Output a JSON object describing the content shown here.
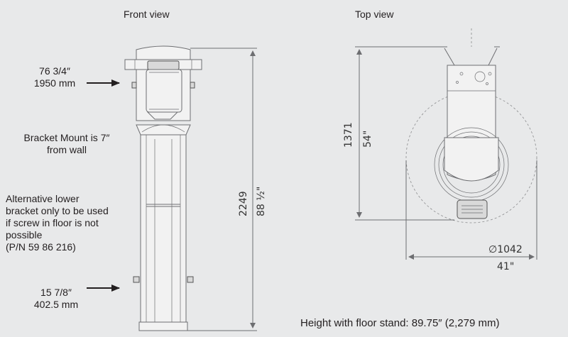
{
  "views": {
    "front_title": "Front view",
    "top_title": "Top view"
  },
  "front": {
    "upper_mount": {
      "inches": "76 3/4″",
      "mm": "1950 mm"
    },
    "bracket_note": {
      "line1": "Bracket Mount is 7″",
      "line2": "from wall"
    },
    "alt_bracket_note": {
      "line1": "Alternative lower",
      "line2": "bracket only to be used",
      "line3": "if screw in floor is not",
      "line4": "possible",
      "line5": "(P/N 59 86 216)"
    },
    "lower_mount": {
      "inches": "15 7/8″",
      "mm": "402.5 mm"
    },
    "height_mm": "2249",
    "height_in": "88 ½\""
  },
  "top": {
    "depth_mm": "1371",
    "depth_in": "54\"",
    "diameter_mm": "∅1042",
    "diameter_in": "41\""
  },
  "footer": {
    "floor_stand_height": "Height with floor stand: 89.75″ (2,279 mm)"
  }
}
